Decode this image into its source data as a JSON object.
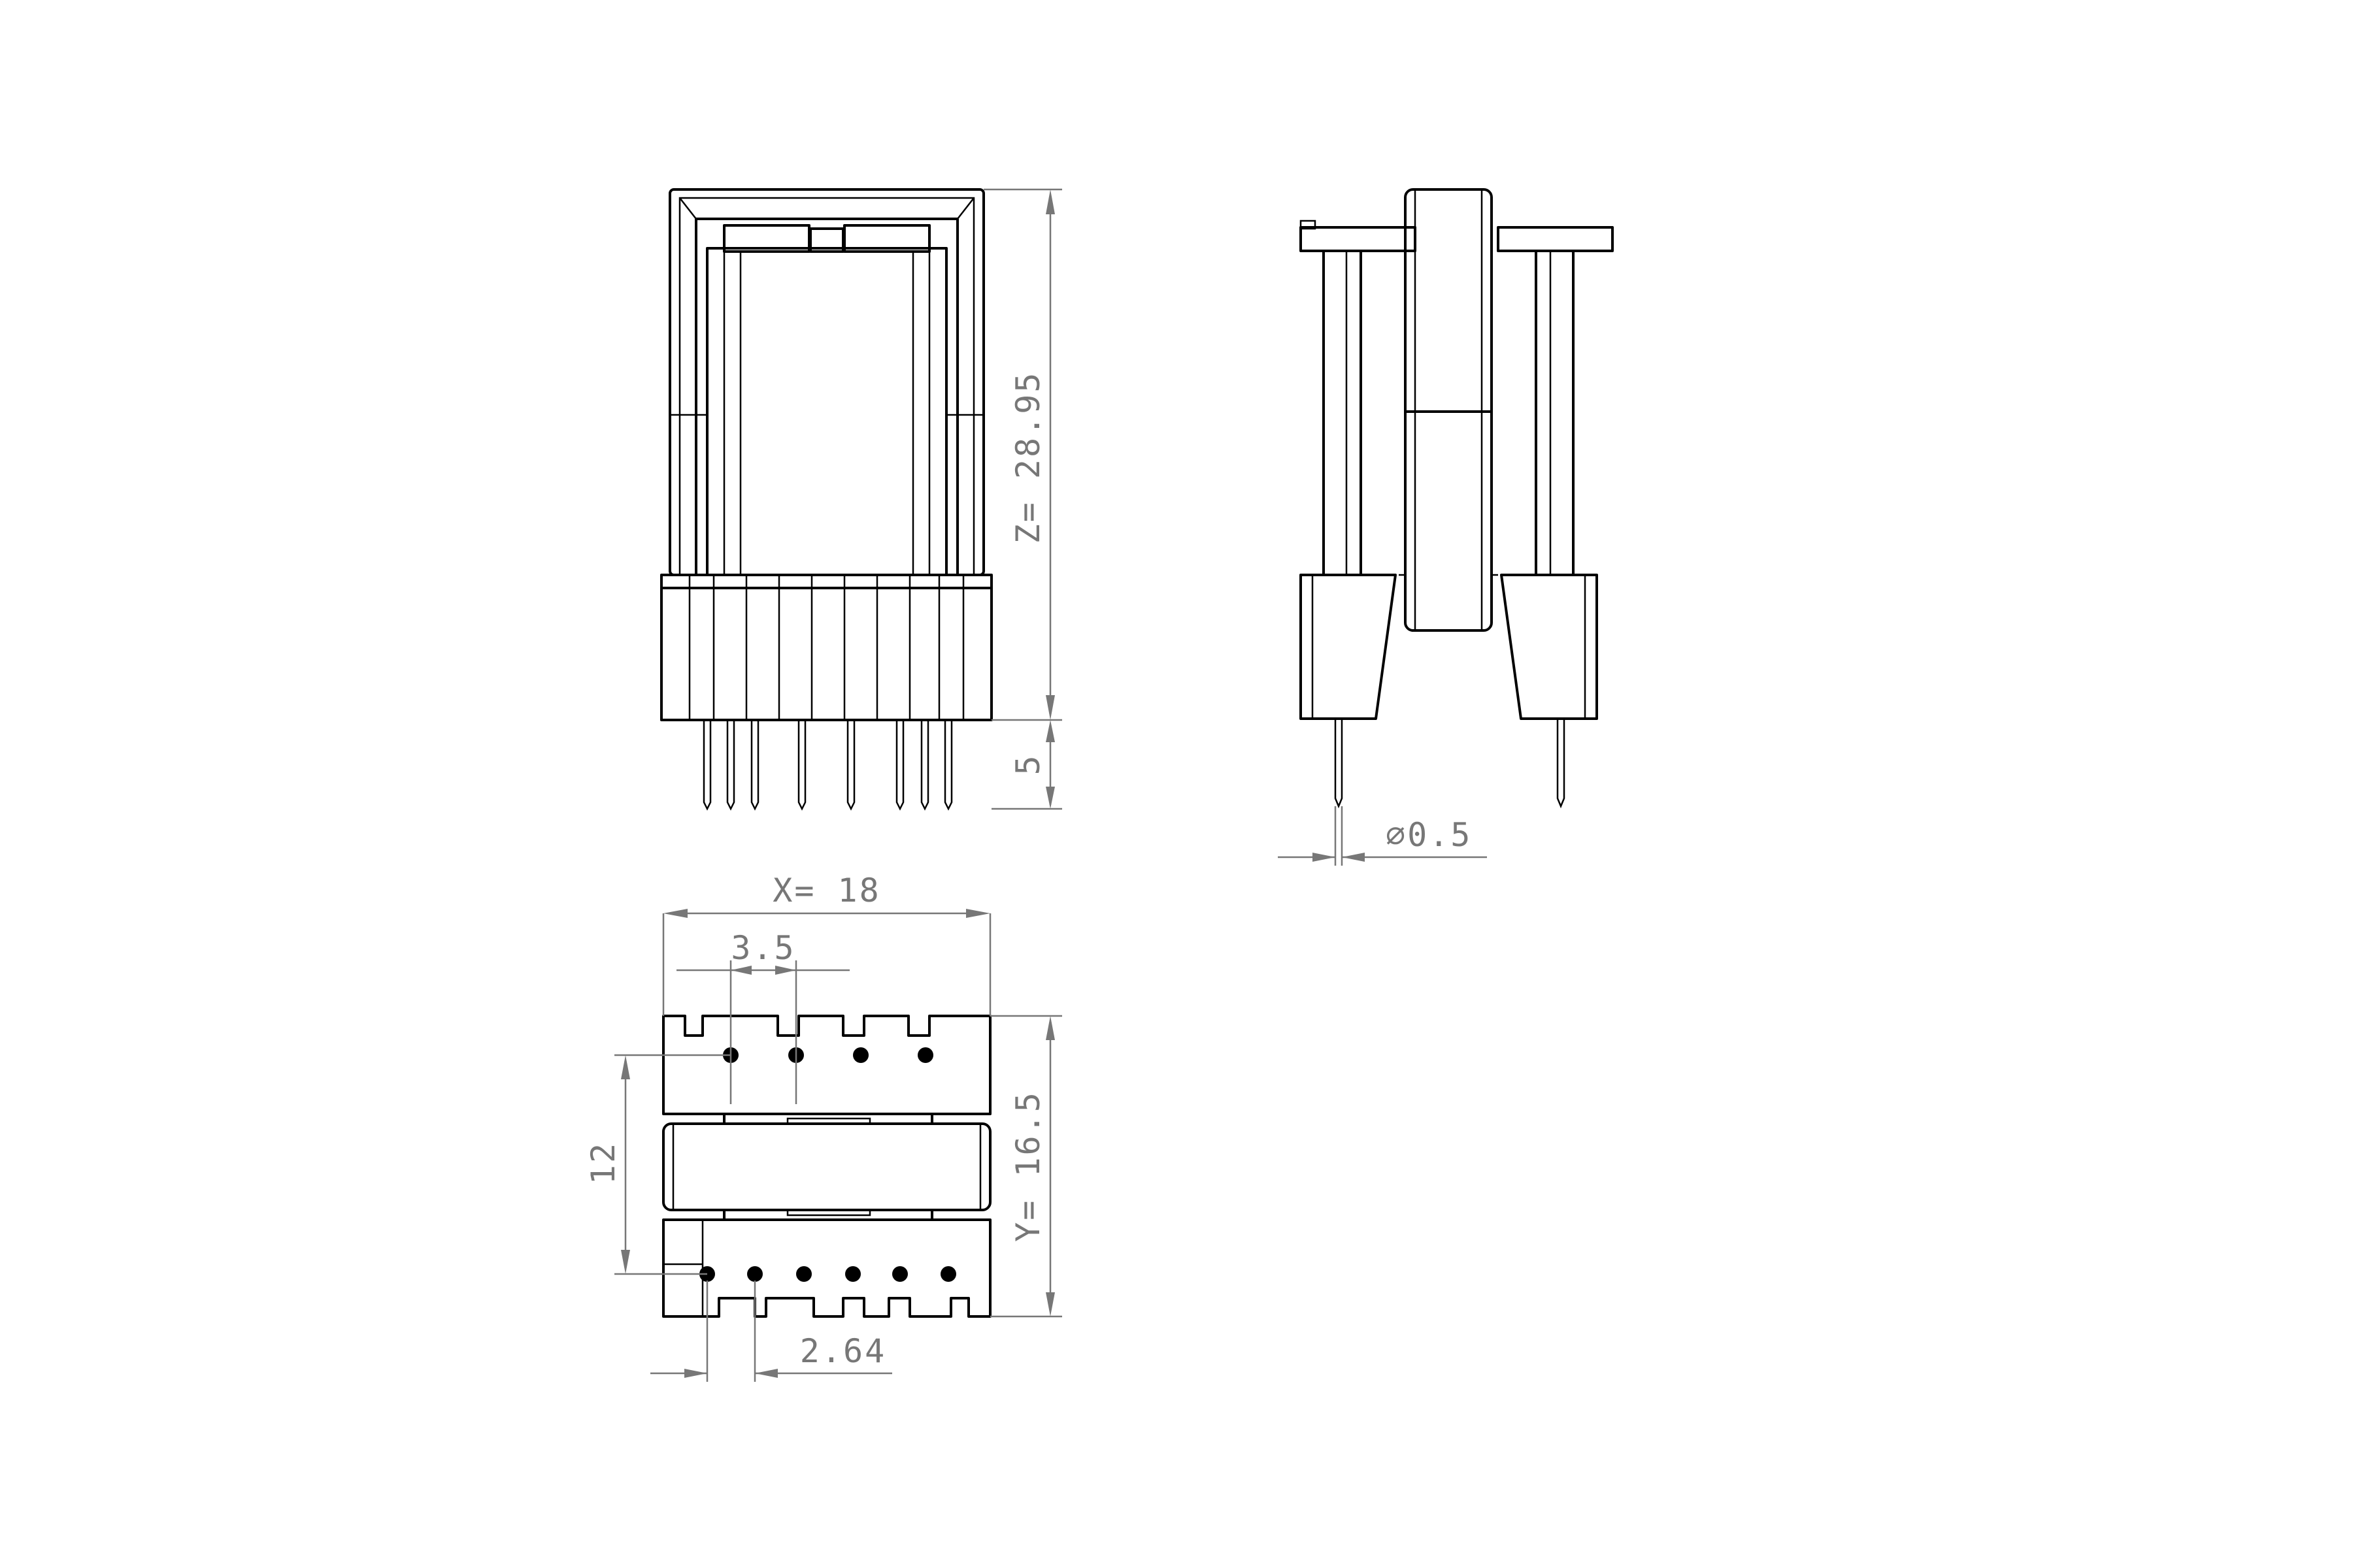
{
  "dimensions": {
    "height_z": "Z= 28.95",
    "pin_length": "5",
    "pin_diameter": "∅0.5",
    "width_x": "X= 18",
    "pin_pitch": "3.5",
    "depth_y": "Y= 16.5",
    "row_spacing": "12",
    "pin_offset": "2.64"
  }
}
